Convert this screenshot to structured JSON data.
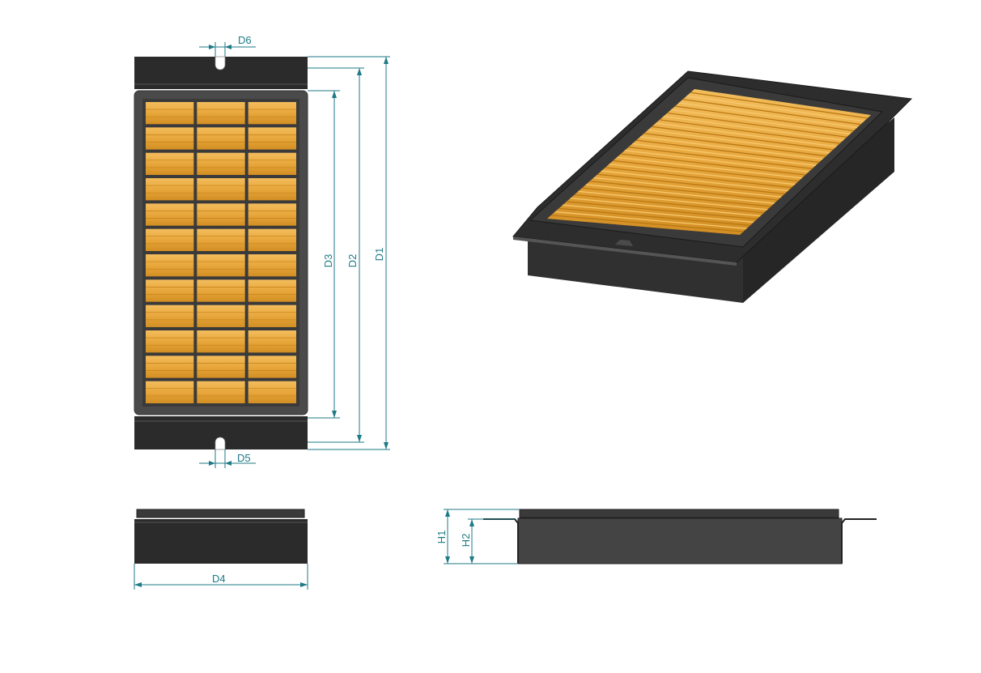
{
  "dimensions": {
    "d1": "D1",
    "d2": "D2",
    "d3": "D3",
    "d4": "D4",
    "d5": "D5",
    "d6": "D6",
    "h1": "H1",
    "h2": "H2"
  },
  "colors": {
    "housing": "#2b2b2b",
    "frame": "#4a4a4a",
    "media": "#e8a73c",
    "dimension": "#1d7a86"
  },
  "filter_grid": {
    "rows": 12,
    "columns": 3
  },
  "pleat_count": 38
}
